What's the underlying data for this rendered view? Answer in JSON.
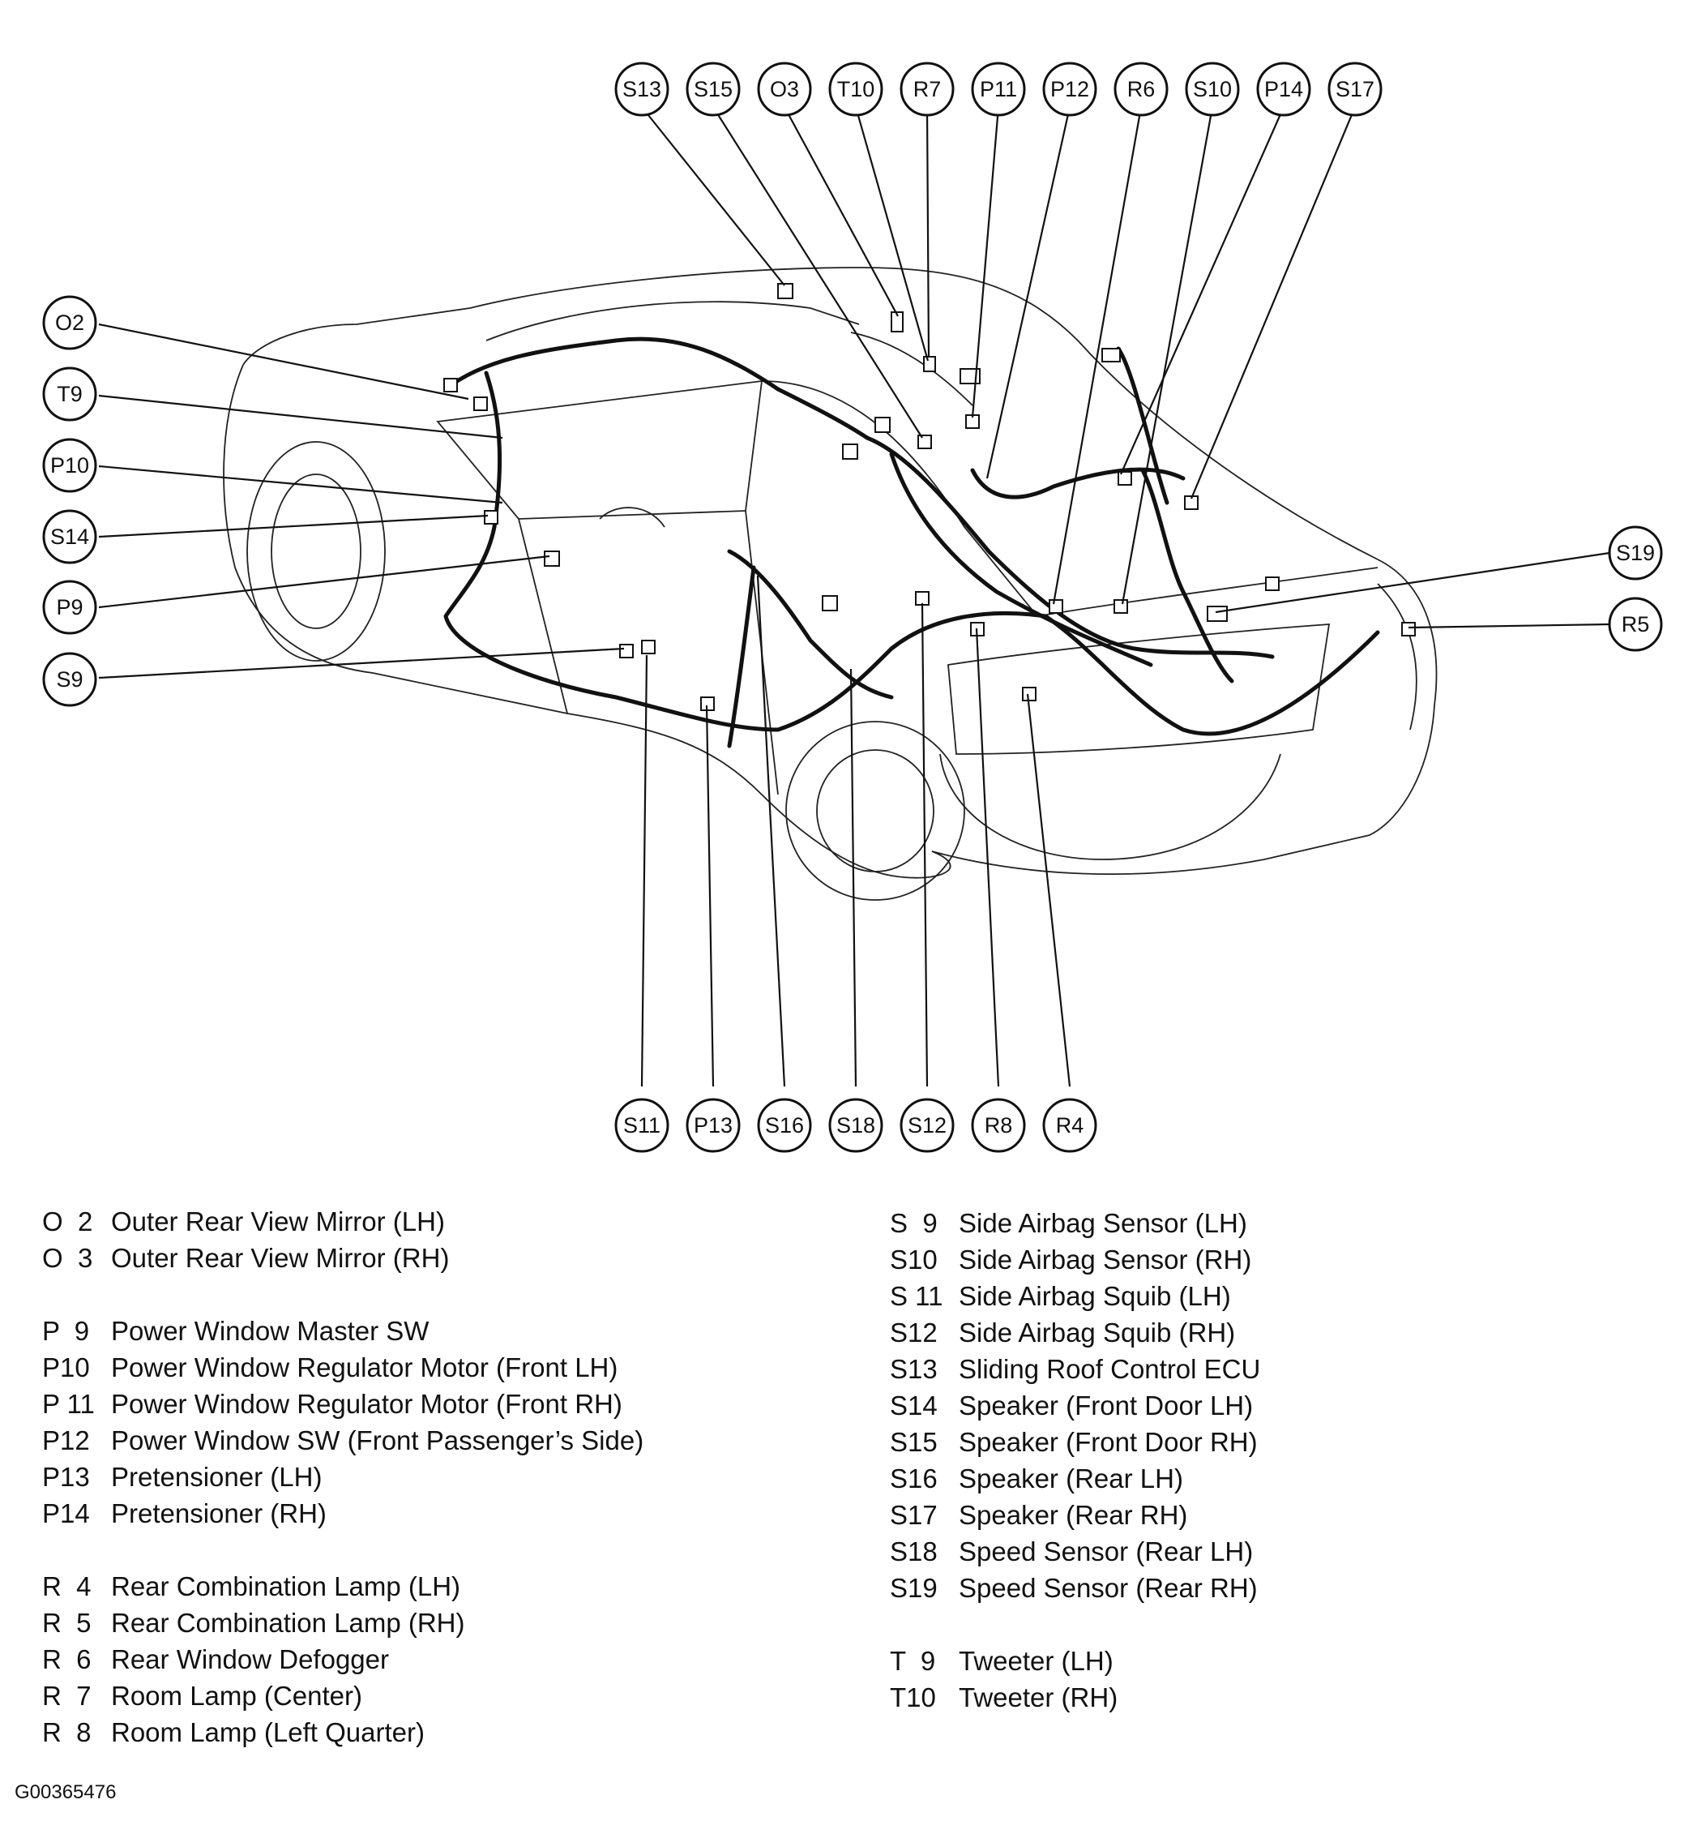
{
  "callouts": {
    "S13": "S13",
    "S15": "S15",
    "O3": "O3",
    "T10": "T10",
    "R7": "R7",
    "P11": "P11",
    "P12": "P12",
    "R6": "R6",
    "S10": "S10",
    "P14": "P14",
    "S17": "S17",
    "O2": "O2",
    "T9": "T9",
    "P10": "P10",
    "S14": "S14",
    "P9": "P9",
    "S9": "S9",
    "S19": "S19",
    "R5": "R5",
    "S11": "S11",
    "P13": "P13",
    "S16": "S16",
    "S18": "S18",
    "S12": "S12",
    "R8": "R8",
    "R4": "R4"
  },
  "legend_left": [
    {
      "code": "O  2",
      "desc": "Outer Rear View Mirror (LH)"
    },
    {
      "code": "O  3",
      "desc": "Outer Rear View Mirror (RH)"
    },
    {
      "code": "P  9",
      "desc": "Power Window Master SW"
    },
    {
      "code": "P10",
      "desc": "Power Window Regulator Motor (Front LH)"
    },
    {
      "code": "P 11",
      "desc": "Power Window Regulator Motor (Front RH)"
    },
    {
      "code": "P12",
      "desc": "Power Window SW (Front Passenger’s Side)"
    },
    {
      "code": "P13",
      "desc": "Pretensioner (LH)"
    },
    {
      "code": "P14",
      "desc": "Pretensioner (RH)"
    },
    {
      "code": "R  4",
      "desc": "Rear Combination Lamp (LH)"
    },
    {
      "code": "R  5",
      "desc": "Rear Combination Lamp (RH)"
    },
    {
      "code": "R  6",
      "desc": "Rear Window Defogger"
    },
    {
      "code": "R  7",
      "desc": "Room Lamp (Center)"
    },
    {
      "code": "R  8",
      "desc": "Room Lamp (Left Quarter)"
    }
  ],
  "legend_right": [
    {
      "code": "S  9",
      "desc": "Side Airbag Sensor (LH)"
    },
    {
      "code": "S10",
      "desc": "Side Airbag Sensor (RH)"
    },
    {
      "code": "S 11",
      "desc": "Side Airbag Squib (LH)"
    },
    {
      "code": "S12",
      "desc": "Side Airbag Squib (RH)"
    },
    {
      "code": "S13",
      "desc": "Sliding Roof Control ECU"
    },
    {
      "code": "S14",
      "desc": "Speaker (Front Door LH)"
    },
    {
      "code": "S15",
      "desc": "Speaker (Front Door RH)"
    },
    {
      "code": "S16",
      "desc": "Speaker (Rear LH)"
    },
    {
      "code": "S17",
      "desc": "Speaker (Rear RH)"
    },
    {
      "code": "S18",
      "desc": "Speed Sensor (Rear LH)"
    },
    {
      "code": "S19",
      "desc": "Speed Sensor (Rear RH)"
    },
    {
      "code": "T  9",
      "desc": "Tweeter (LH)"
    },
    {
      "code": "T10",
      "desc": "Tweeter (RH)"
    }
  ],
  "figure_id": "G00365476"
}
